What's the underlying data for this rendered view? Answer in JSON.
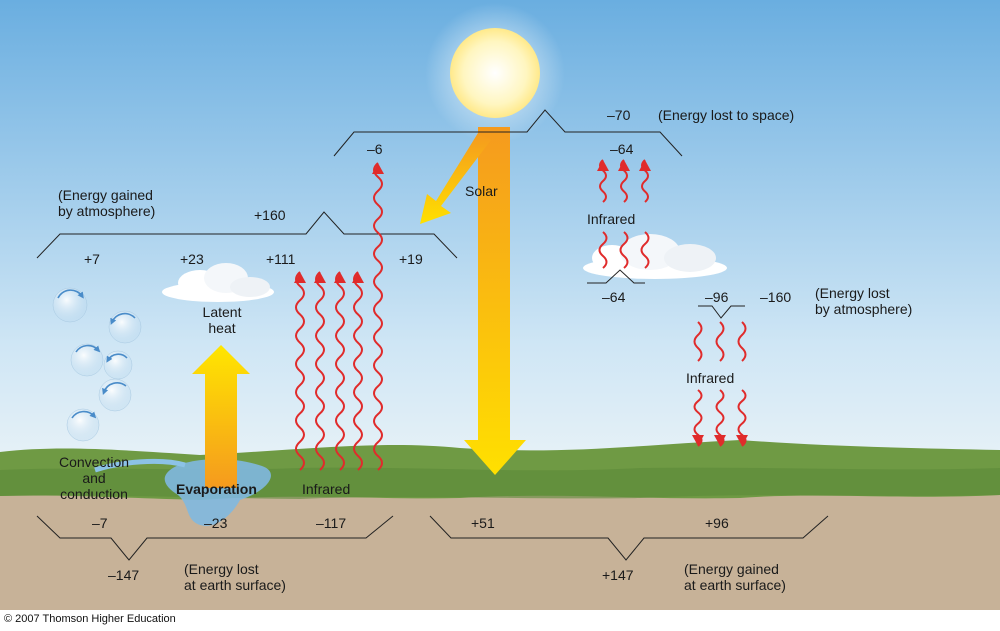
{
  "labels": {
    "solar": "Solar",
    "space_value": "–70",
    "space_label": "(Energy lost to space)",
    "direct_to_space": "–6",
    "cloud_to_space": "–64",
    "infrared_top": "Infrared",
    "cloud_below": "–64",
    "atm_gained_label": "(Energy gained\nby atmosphere)",
    "atm_gained_total": "+160",
    "convection": "+7",
    "latent": "+23",
    "infrared_absorbed": "+111",
    "solar_absorbed": "+19",
    "latent_heat": "Latent\nheat",
    "atm_lost_part": "–96",
    "atm_lost_total": "–160",
    "atm_lost_label": "(Energy lost\nby atmosphere)",
    "infrared_down": "Infrared",
    "convection_label": "Convection\nand\nconduction",
    "evaporation": "Evaporation",
    "infrared_surface": "Infrared",
    "surf_conv": "–7",
    "surf_evap": "–23",
    "surf_ir": "–117",
    "surf_lost_total": "–147",
    "surf_lost_label": "(Energy lost\nat earth surface)",
    "surf_solar": "+51",
    "surf_ir_gain": "+96",
    "surf_gain_total": "+147",
    "surf_gain_label": "(Energy gained\nat earth surface)"
  },
  "copyright": "© 2007 Thomson Higher Education",
  "colors": {
    "sky_top": "#6aaee0",
    "sky_bottom": "#dcedf7",
    "ground": "#c7b298",
    "grass": "#6f9a44",
    "arrow_red": "#e02b2b",
    "solar_yellow": "#ffd800",
    "solar_orange": "#f59a1e",
    "sun": "#fff4b8"
  }
}
